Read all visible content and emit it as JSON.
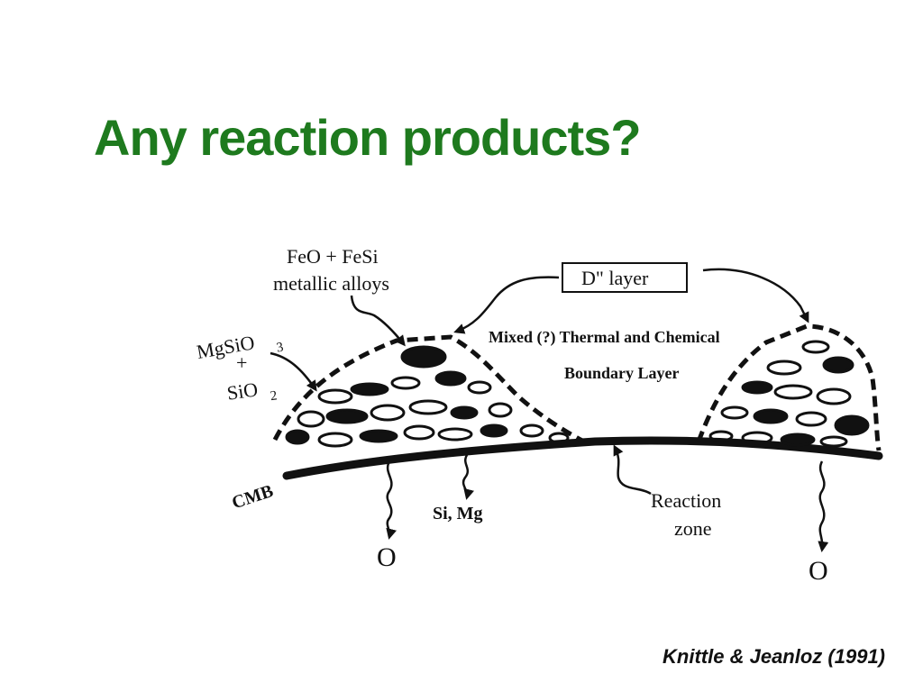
{
  "slide": {
    "title": "Any reaction products?",
    "citation": "Knittle & Jeanloz (1991)",
    "title_color": "#1e7a1e"
  },
  "diagram": {
    "labels": {
      "feo_fesi": "FeO + FeSi",
      "metallic_alloys": "metallic alloys",
      "mgsio3_main": "MgSiO",
      "mgsio3_sub": "3",
      "plus": "+",
      "sio2_main": "SiO",
      "sio2_sub": "2",
      "d_layer": "D\" layer",
      "mixed_line1": "Mixed (?) Thermal and Chemical",
      "mixed_line2": "Boundary Layer",
      "cmb": "CMB",
      "si_mg": "Si, Mg",
      "reaction_line1": "Reaction",
      "reaction_line2": "zone",
      "oxygen_left": "O",
      "oxygen_right": "O"
    }
  }
}
